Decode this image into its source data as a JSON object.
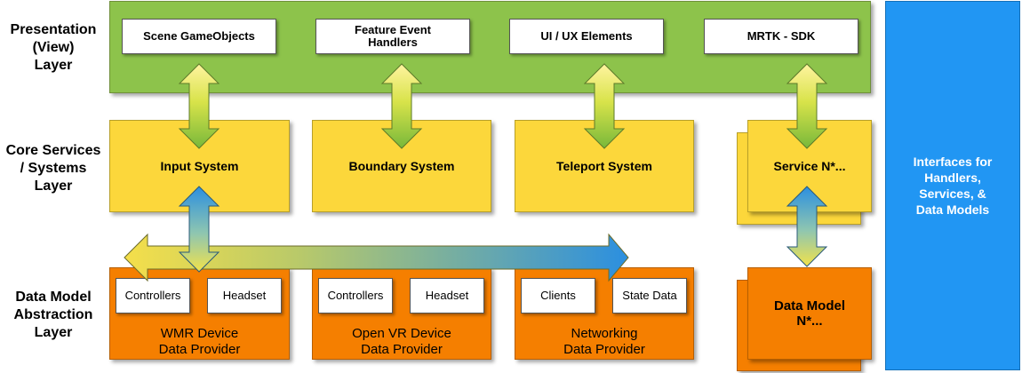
{
  "layers": {
    "presentation": "Presentation\n(View)\nLayer",
    "core": "Core Services\n/ Systems\nLayer",
    "data_model": "Data Model\nAbstraction\nLayer"
  },
  "presentation_items": [
    "Scene GameObjects",
    "Feature Event\nHandlers",
    "UI / UX Elements",
    "MRTK - SDK"
  ],
  "systems": [
    "Input System",
    "Boundary System",
    "Teleport System",
    "Service N*..."
  ],
  "providers": [
    {
      "left": "Controllers",
      "right": "Headset",
      "label": "WMR Device\nData Provider"
    },
    {
      "left": "Controllers",
      "right": "Headset",
      "label": "Open VR Device\nData Provider"
    },
    {
      "left": "Clients",
      "right": "State Data",
      "label": "Networking\nData Provider"
    }
  ],
  "data_model_n": "Data Model\nN*...",
  "interfaces": "Interfaces for\nHandlers,\nServices, &\nData Models",
  "colors": {
    "presentation": "#8dc34b",
    "core": "#fcd73b",
    "data_model": "#f57f00",
    "interfaces": "#2196f3"
  }
}
